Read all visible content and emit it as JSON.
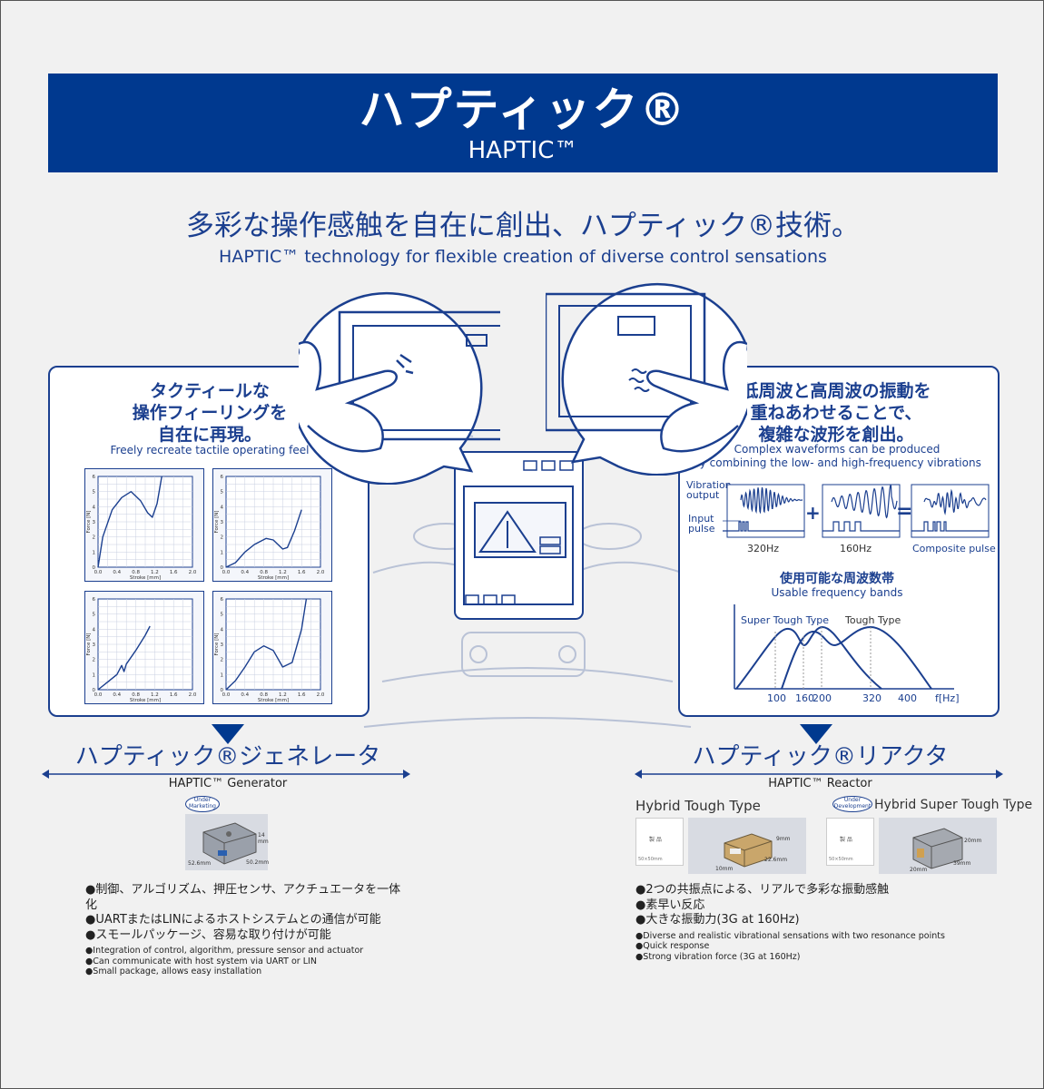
{
  "banner": {
    "title_jp": "ハプティック®",
    "title_en": "HAPTIC™"
  },
  "headline": {
    "jp": "多彩な操作感触を自在に創出、ハプティック®技術。",
    "en": "HAPTIC™ technology for flexible creation of diverse control sensations"
  },
  "left_panel": {
    "jp_lines": [
      "タクティールな",
      "操作フィーリングを",
      "自在に再現。"
    ],
    "en": "Freely recreate tactile operating feel",
    "graph_xlabel": "Stroke [mm]",
    "graph_ylabel": "Force [N]",
    "x_ticks": [
      "0.0",
      "0.4",
      "0.8",
      "1.2",
      "1.6",
      "2.0"
    ],
    "y_ticks": [
      "0",
      "1",
      "2",
      "3",
      "4",
      "5",
      "6"
    ]
  },
  "right_panel": {
    "jp_lines": [
      "低周波と高周波の振動を",
      "重ねあわせることで、",
      "複雑な波形を創出。"
    ],
    "en_lines": [
      "Complex waveforms can be produced",
      "by combining the low- and high-frequency vibrations"
    ],
    "vibration_label_lines": [
      "Vibration",
      "output"
    ],
    "input_label_lines": [
      "Input",
      "pulse"
    ],
    "wave_labels": [
      "320Hz",
      "160Hz",
      "Composite pulse"
    ],
    "plus": "+",
    "equals": "=",
    "freq_title_jp": "使用可能な周波数帯",
    "freq_title_en": "Usable frequency bands",
    "freq_curves": [
      "Super Tough Type",
      "Tough Type"
    ],
    "freq_ticks": [
      "100",
      "160",
      "200",
      "320",
      "400"
    ],
    "freq_unit": "f[Hz]"
  },
  "generator": {
    "title": "ハプティック®ジェネレータ",
    "subtitle": "HAPTIC™ Generator",
    "badge_lines": [
      "Under",
      "Marketing"
    ],
    "dims": [
      "14",
      "mm",
      "52.6mm",
      "50.2mm"
    ],
    "bullets_jp": [
      "●制御、アルゴリズム、押圧センサ、アクチュエータを一体化",
      "●UARTまたはLINによるホストシステムとの通信が可能",
      "●スモールパッケージ、容易な取り付けが可能"
    ],
    "bullets_en": [
      "●Integration of control, algorithm, pressure sensor and actuator",
      "●Can communicate with host system via UART or LIN",
      "●Small package, allows easy installation"
    ]
  },
  "reactor": {
    "title": "ハプティック®リアクタ",
    "subtitle": "HAPTIC™ Reactor",
    "type1": "Hybrid Tough Type",
    "type2": "Hybrid Super Tough Type",
    "badge_lines": [
      "Under",
      "Development"
    ],
    "scale_text": "製 品",
    "scale_size1": "50×50mm",
    "scale_size2": "50×50mm",
    "dims1": [
      "9mm",
      "22.6mm",
      "10mm"
    ],
    "dims2": [
      "20mm",
      "39mm",
      "20mm"
    ],
    "bullets_jp": [
      "●2つの共振点による、リアルで多彩な振動感触",
      "●素早い反応",
      "●大きな振動力(3G at 160Hz)"
    ],
    "bullets_en": [
      "●Diverse and realistic vibrational sensations with two resonance points",
      "●Quick response",
      "●Strong vibration force (3G at 160Hz)"
    ]
  },
  "colors": {
    "brand": "#00398f",
    "line": "#1b3f8f",
    "bg": "#f1f1f1"
  },
  "chart_data": [
    {
      "type": "line",
      "xlabel": "Stroke [mm]",
      "ylabel": "Force [N]",
      "xlim": [
        0,
        2.0
      ],
      "ylim": [
        0,
        6
      ],
      "series": [
        {
          "x": [
            0,
            0.1,
            0.3,
            0.5,
            0.7,
            0.9,
            1.05,
            1.15,
            1.25,
            1.35
          ],
          "y": [
            0,
            2.0,
            3.8,
            4.6,
            5.0,
            4.4,
            3.6,
            3.3,
            4.2,
            6.0
          ]
        }
      ]
    },
    {
      "type": "line",
      "xlabel": "Stroke [mm]",
      "ylabel": "Force [N]",
      "xlim": [
        0,
        2.0
      ],
      "ylim": [
        0,
        6
      ],
      "series": [
        {
          "x": [
            0,
            0.2,
            0.4,
            0.6,
            0.85,
            1.0,
            1.2,
            1.3,
            1.45,
            1.6
          ],
          "y": [
            0,
            0.3,
            1.0,
            1.5,
            1.9,
            1.8,
            1.2,
            1.3,
            2.4,
            3.8
          ]
        }
      ]
    },
    {
      "type": "line",
      "xlabel": "Stroke [mm]",
      "ylabel": "Force [N]",
      "xlim": [
        0,
        2.0
      ],
      "ylim": [
        0,
        6
      ],
      "series": [
        {
          "x": [
            0,
            0.2,
            0.4,
            0.5,
            0.55,
            0.6,
            0.8,
            1.0,
            1.1
          ],
          "y": [
            0,
            0.5,
            1.0,
            1.6,
            1.2,
            1.7,
            2.6,
            3.6,
            4.2
          ]
        }
      ]
    },
    {
      "type": "line",
      "xlabel": "Stroke [mm]",
      "ylabel": "Force [N]",
      "xlim": [
        0,
        2.0
      ],
      "ylim": [
        0,
        6
      ],
      "series": [
        {
          "x": [
            0,
            0.2,
            0.4,
            0.6,
            0.8,
            1.0,
            1.2,
            1.4,
            1.6,
            1.7
          ],
          "y": [
            0,
            0.6,
            1.5,
            2.5,
            2.9,
            2.6,
            1.5,
            1.8,
            4.0,
            6.0
          ]
        }
      ]
    }
  ]
}
